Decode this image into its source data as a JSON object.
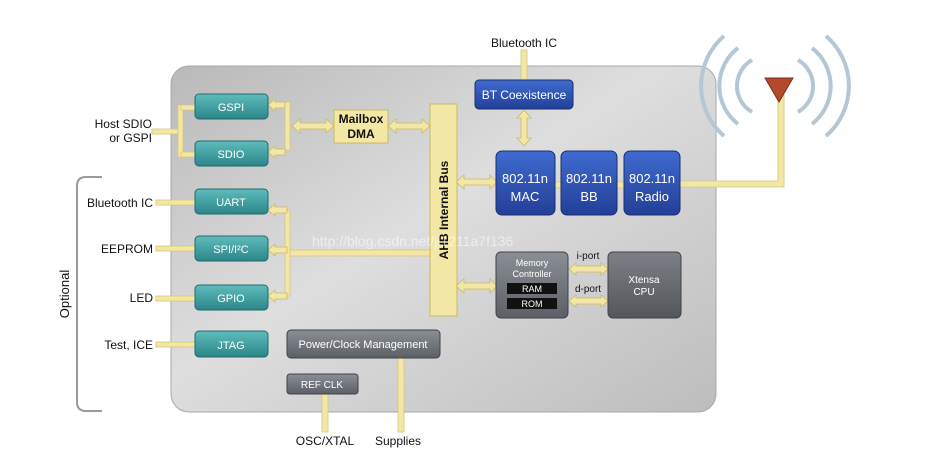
{
  "external": {
    "bluetooth_top": "Bluetooth IC",
    "host_sdio_line1": "Host SDIO",
    "host_sdio_line2": "or GSPI",
    "bluetooth_left": "Bluetooth IC",
    "eeprom": "EEPROM",
    "led": "LED",
    "test_ice": "Test, ICE",
    "optional": "Optional",
    "osc_xtal": "OSC/XTAL",
    "supplies": "Supplies"
  },
  "blocks": {
    "gspi": "GSPI",
    "sdio": "SDIO",
    "uart": "UART",
    "spi_i2c": "SPI/I²C",
    "gpio": "GPIO",
    "jtag": "JTAG",
    "mailbox_line1": "Mailbox",
    "mailbox_line2": "DMA",
    "ahb_bus": "AHB Internal Bus",
    "bt_coexistence": "BT Coexistence",
    "mac_line1": "802.11n",
    "mac_line2": "MAC",
    "bb_line1": "802.11n",
    "bb_line2": "BB",
    "radio_line1": "802.11n",
    "radio_line2": "Radio",
    "memctrl_line1": "Memory",
    "memctrl_line2": "Controller",
    "ram": "RAM",
    "rom": "ROM",
    "iport": "i-port",
    "dport": "d-port",
    "cpu_line1": "Xtensa",
    "cpu_line2": "CPU",
    "power_clock": "Power/Clock Management",
    "ref_clk": "REF CLK"
  },
  "watermark": "http://blog.csdn.net/ji1211a7f136",
  "colors": {
    "connector": "#f3e7a6",
    "teal_block": "#3d9c9e",
    "blue_block": "#2e55b5",
    "gray_block": "#6e7379",
    "chip_panel": "#c9c9c9"
  }
}
